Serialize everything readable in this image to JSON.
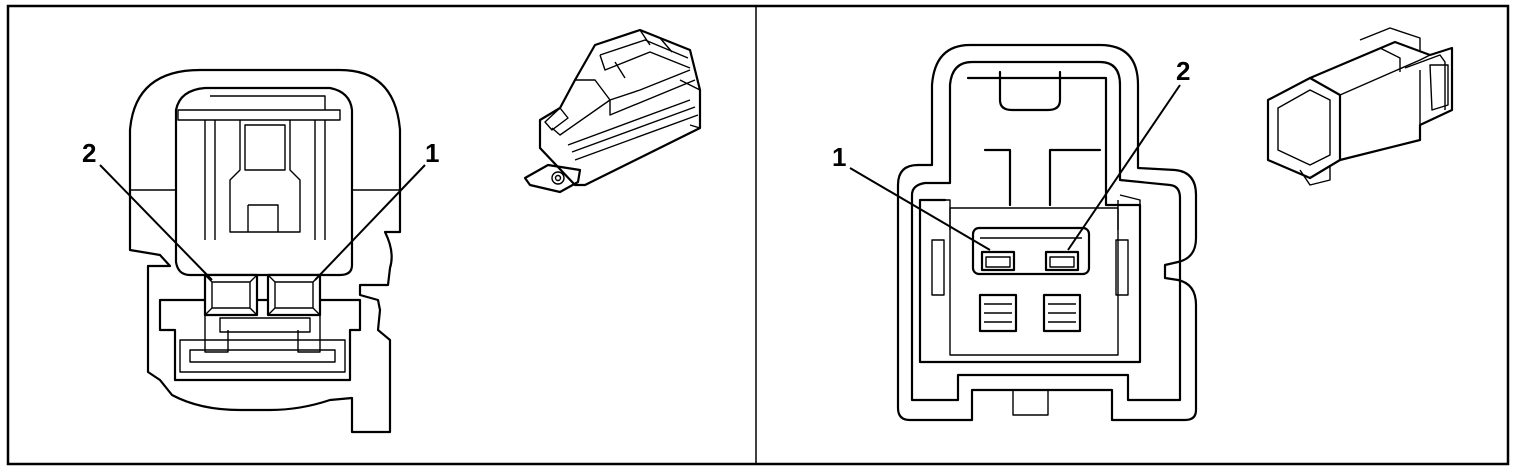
{
  "left_panel": {
    "pin_labels": [
      "2",
      "1"
    ]
  },
  "right_panel": {
    "pin_labels": [
      "1",
      "2"
    ]
  }
}
